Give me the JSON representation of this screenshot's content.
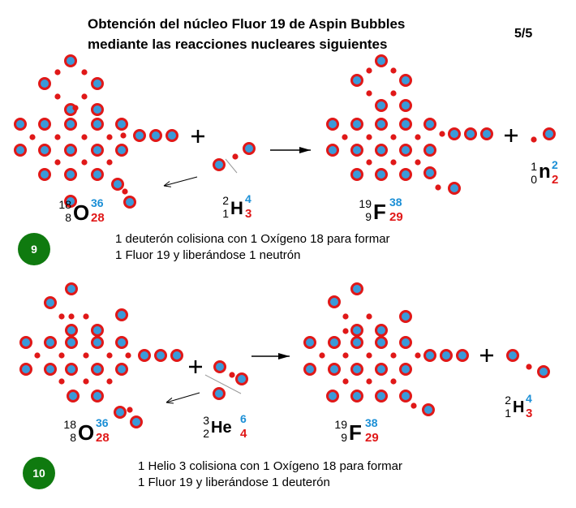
{
  "header": {
    "title_line1": "Obtención del núcleo  Fluor 19 de Aspin Bubbles",
    "title_line2": "mediante las reacciones nucleares siguientes",
    "page": "5/5"
  },
  "colors": {
    "proton_fill": "#3a9ad9",
    "proton_ring": "#e01818",
    "neutron": "#e01818",
    "badge": "#0f7a0f"
  },
  "reactions": [
    {
      "number": "9",
      "line1": "1 deuterón colisiona con 1 Oxígeno 18 para formar",
      "line2": "1 Fluor 19  y liberándose 1 neutrón",
      "target": {
        "A": "18",
        "Z": "8",
        "symbol": "O",
        "p": "36",
        "n": "28"
      },
      "projectile": {
        "A": "2",
        "Z": "1",
        "symbol": "H",
        "p": "4",
        "n": "3"
      },
      "product": {
        "A": "19",
        "Z": "9",
        "symbol": "F",
        "p": "38",
        "n": "29"
      },
      "ejectile": {
        "A": "1",
        "Z": "0",
        "symbol": "n",
        "p": "2",
        "n": "2"
      }
    },
    {
      "number": "10",
      "line1": "1 Helio 3 colisiona con 1 Oxígeno 18 para formar",
      "line2": "1 Fluor 19  y liberándose 1 deuterón",
      "target": {
        "A": "18",
        "Z": "8",
        "symbol": "O",
        "p": "36",
        "n": "28"
      },
      "projectile": {
        "A": "3",
        "Z": "2",
        "symbol": "He",
        "p": "6",
        "n": "4"
      },
      "product": {
        "A": "19",
        "Z": "9",
        "symbol": "F",
        "p": "38",
        "n": "29"
      },
      "ejectile": {
        "A": "2",
        "Z": "1",
        "symbol": "H",
        "p": "4",
        "n": "3"
      }
    }
  ]
}
